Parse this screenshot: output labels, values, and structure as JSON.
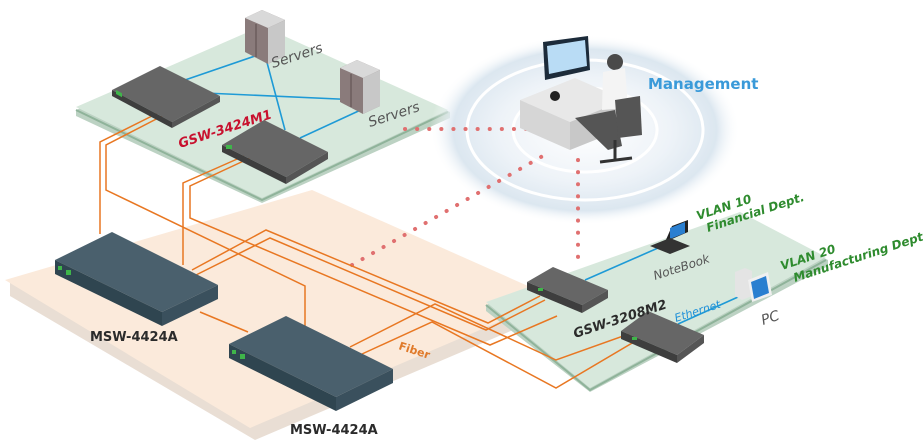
{
  "diagram": {
    "type": "network-topology",
    "labels": {
      "core_switch": "GSW-3424M1",
      "servers_1": "Servers",
      "servers_2": "Servers",
      "management": "Management",
      "media_switch_1": "MSW-4424A",
      "media_switch_2": "MSW-4424A",
      "fiber": "Fiber",
      "edge_switch": "GSW-3208M2",
      "notebook": "NoteBook",
      "pc": "PC",
      "ethernet": "Ethernet",
      "vlan10_id": "VLAN 10",
      "vlan10_name": "Financial Dept.",
      "vlan20_id": "VLAN 20",
      "vlan20_name": "Manufacturing Dept."
    },
    "nodes": [
      {
        "id": "core-a",
        "kind": "switch-24port",
        "group": "core"
      },
      {
        "id": "core-b",
        "kind": "switch-24port",
        "group": "core"
      },
      {
        "id": "server-1",
        "kind": "server-rack",
        "group": "core"
      },
      {
        "id": "server-2",
        "kind": "server-rack",
        "group": "core"
      },
      {
        "id": "mgmt",
        "kind": "workstation",
        "group": "management"
      },
      {
        "id": "msw-1",
        "kind": "media-switch",
        "group": "fiber"
      },
      {
        "id": "msw-2",
        "kind": "media-switch",
        "group": "fiber"
      },
      {
        "id": "edge-a",
        "kind": "switch-8port",
        "group": "vlan"
      },
      {
        "id": "edge-b",
        "kind": "switch-8port",
        "group": "vlan"
      },
      {
        "id": "notebook",
        "kind": "laptop",
        "group": "vlan10"
      },
      {
        "id": "pc",
        "kind": "desktop",
        "group": "vlan20"
      }
    ],
    "links": [
      {
        "from": "core-a",
        "to": "server-1",
        "medium": "ethernet"
      },
      {
        "from": "core-a",
        "to": "server-2",
        "medium": "ethernet"
      },
      {
        "from": "core-b",
        "to": "server-1",
        "medium": "ethernet"
      },
      {
        "from": "core-b",
        "to": "server-2",
        "medium": "ethernet"
      },
      {
        "from": "core-a",
        "to": "msw-1",
        "medium": "fiber"
      },
      {
        "from": "core-a",
        "to": "msw-2",
        "medium": "fiber"
      },
      {
        "from": "core-b",
        "to": "msw-1",
        "medium": "fiber"
      },
      {
        "from": "core-b",
        "to": "msw-2",
        "medium": "fiber"
      },
      {
        "from": "msw-1",
        "to": "edge-a",
        "medium": "fiber"
      },
      {
        "from": "msw-2",
        "to": "edge-b",
        "medium": "fiber"
      },
      {
        "from": "edge-a",
        "to": "notebook",
        "medium": "ethernet"
      },
      {
        "from": "edge-b",
        "to": "pc",
        "medium": "ethernet"
      },
      {
        "from": "mgmt",
        "to": "core-group",
        "medium": "management"
      },
      {
        "from": "mgmt",
        "to": "fiber-group",
        "medium": "management"
      },
      {
        "from": "mgmt",
        "to": "edge-a",
        "medium": "management"
      }
    ],
    "colors": {
      "fiber": "#e87722",
      "ethernet": "#1e9ad6",
      "management_dots": "#e07070",
      "core_platform": "#d7e8dc",
      "fiber_platform": "#fbeadb",
      "vlan_platform": "#d7e8dc",
      "switch_body": "#555555",
      "media_switch_body": "#3e5563",
      "core_label": "#c8102e",
      "vlan_label": "#2e8b2e",
      "management_label": "#3a9ad9"
    }
  }
}
